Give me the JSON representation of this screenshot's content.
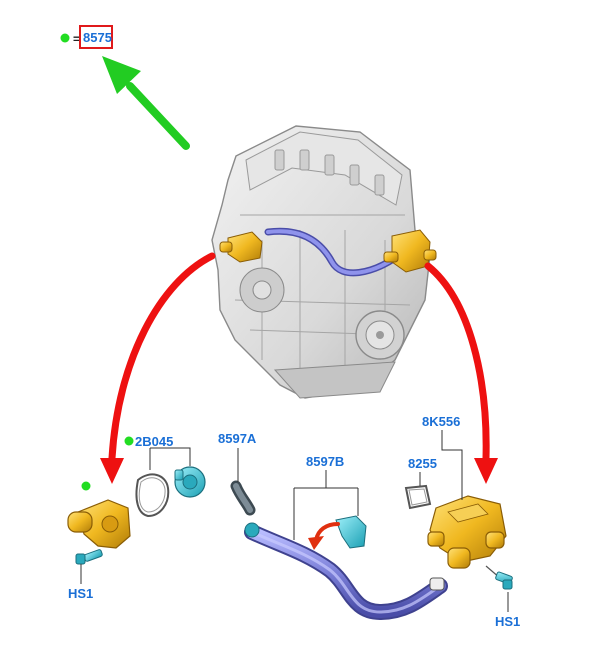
{
  "legend": {
    "marker_symbol": "=",
    "part_number": "8575",
    "marker_color": "#22dd22",
    "box_color": "#e0191b"
  },
  "labels": {
    "thermostat_gasket": "2B045",
    "hose_upper": "8597A",
    "hose_lower": "8597B",
    "outlet_housing": "8K556",
    "outlet_gasket": "8255",
    "bolt_left": "HS1",
    "bolt_right": "HS1"
  },
  "colors": {
    "label_text": "#1a6fd6",
    "pointer_arrow": "#22cc22",
    "callout_arrows": "#ee1111",
    "rotate_arrow": "#e03010",
    "housing_yellow": "#f0b820",
    "hose_purple": "#7b7fd8",
    "fastener_cyan": "#33c6d9",
    "leader_line": "#333333"
  }
}
